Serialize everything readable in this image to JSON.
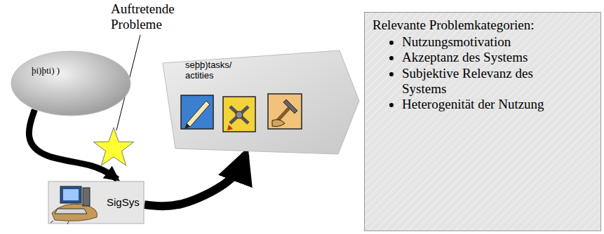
{
  "diagram": {
    "nodes": [
      {
        "text": [
          "þi)þti) )"
        ]
      },
      {
        "text": [
          "SigSys"
        ]
      },
      {
        "text": [
          "seþþ)tasks/ actities"
        ]
      },
      {
        "text": [
          "Relevante Problemkategorien:",
          "Nutzungsmotivation",
          "Akzeptanz des Systems",
          "Subjektive Relevanz des Systems",
          "Heterogenität der Nutzung"
        ]
      }
    ],
    "edges": [
      {
        "from": 0,
        "to": 1,
        "arrow": "to"
      },
      {
        "from": 1,
        "to": 2,
        "arrow": "to"
      }
    ],
    "labels": [
      "Auftretende Probleme"
    ]
  }
}
